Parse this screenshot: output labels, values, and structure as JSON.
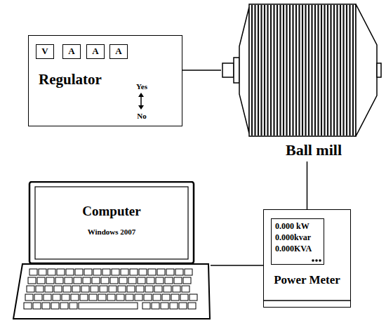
{
  "diagram": {
    "nodes": [
      {
        "text": [
          "Regulator",
          "Yes",
          "No"
        ]
      },
      {
        "text": [
          "V"
        ],
        "in": 0
      },
      {
        "text": [
          "A"
        ],
        "in": 0
      },
      {
        "text": [
          "A"
        ],
        "in": 0
      },
      {
        "text": [
          "A"
        ],
        "in": 0
      },
      {
        "text": [
          "Ball mill"
        ]
      },
      {
        "text": [
          "Computer",
          "Windows 2007"
        ]
      },
      {
        "text": [
          "Power Meter"
        ]
      },
      {
        "text": [
          "0.000 kW",
          "0.000kvar",
          "0.000KVA"
        ],
        "in": 7
      }
    ],
    "edges": [
      {
        "from": 0,
        "to": 5,
        "arrow": "none"
      },
      {
        "from": 5,
        "to": 7,
        "arrow": "none"
      },
      {
        "from": 6,
        "to": 7,
        "arrow": "none"
      }
    ]
  }
}
